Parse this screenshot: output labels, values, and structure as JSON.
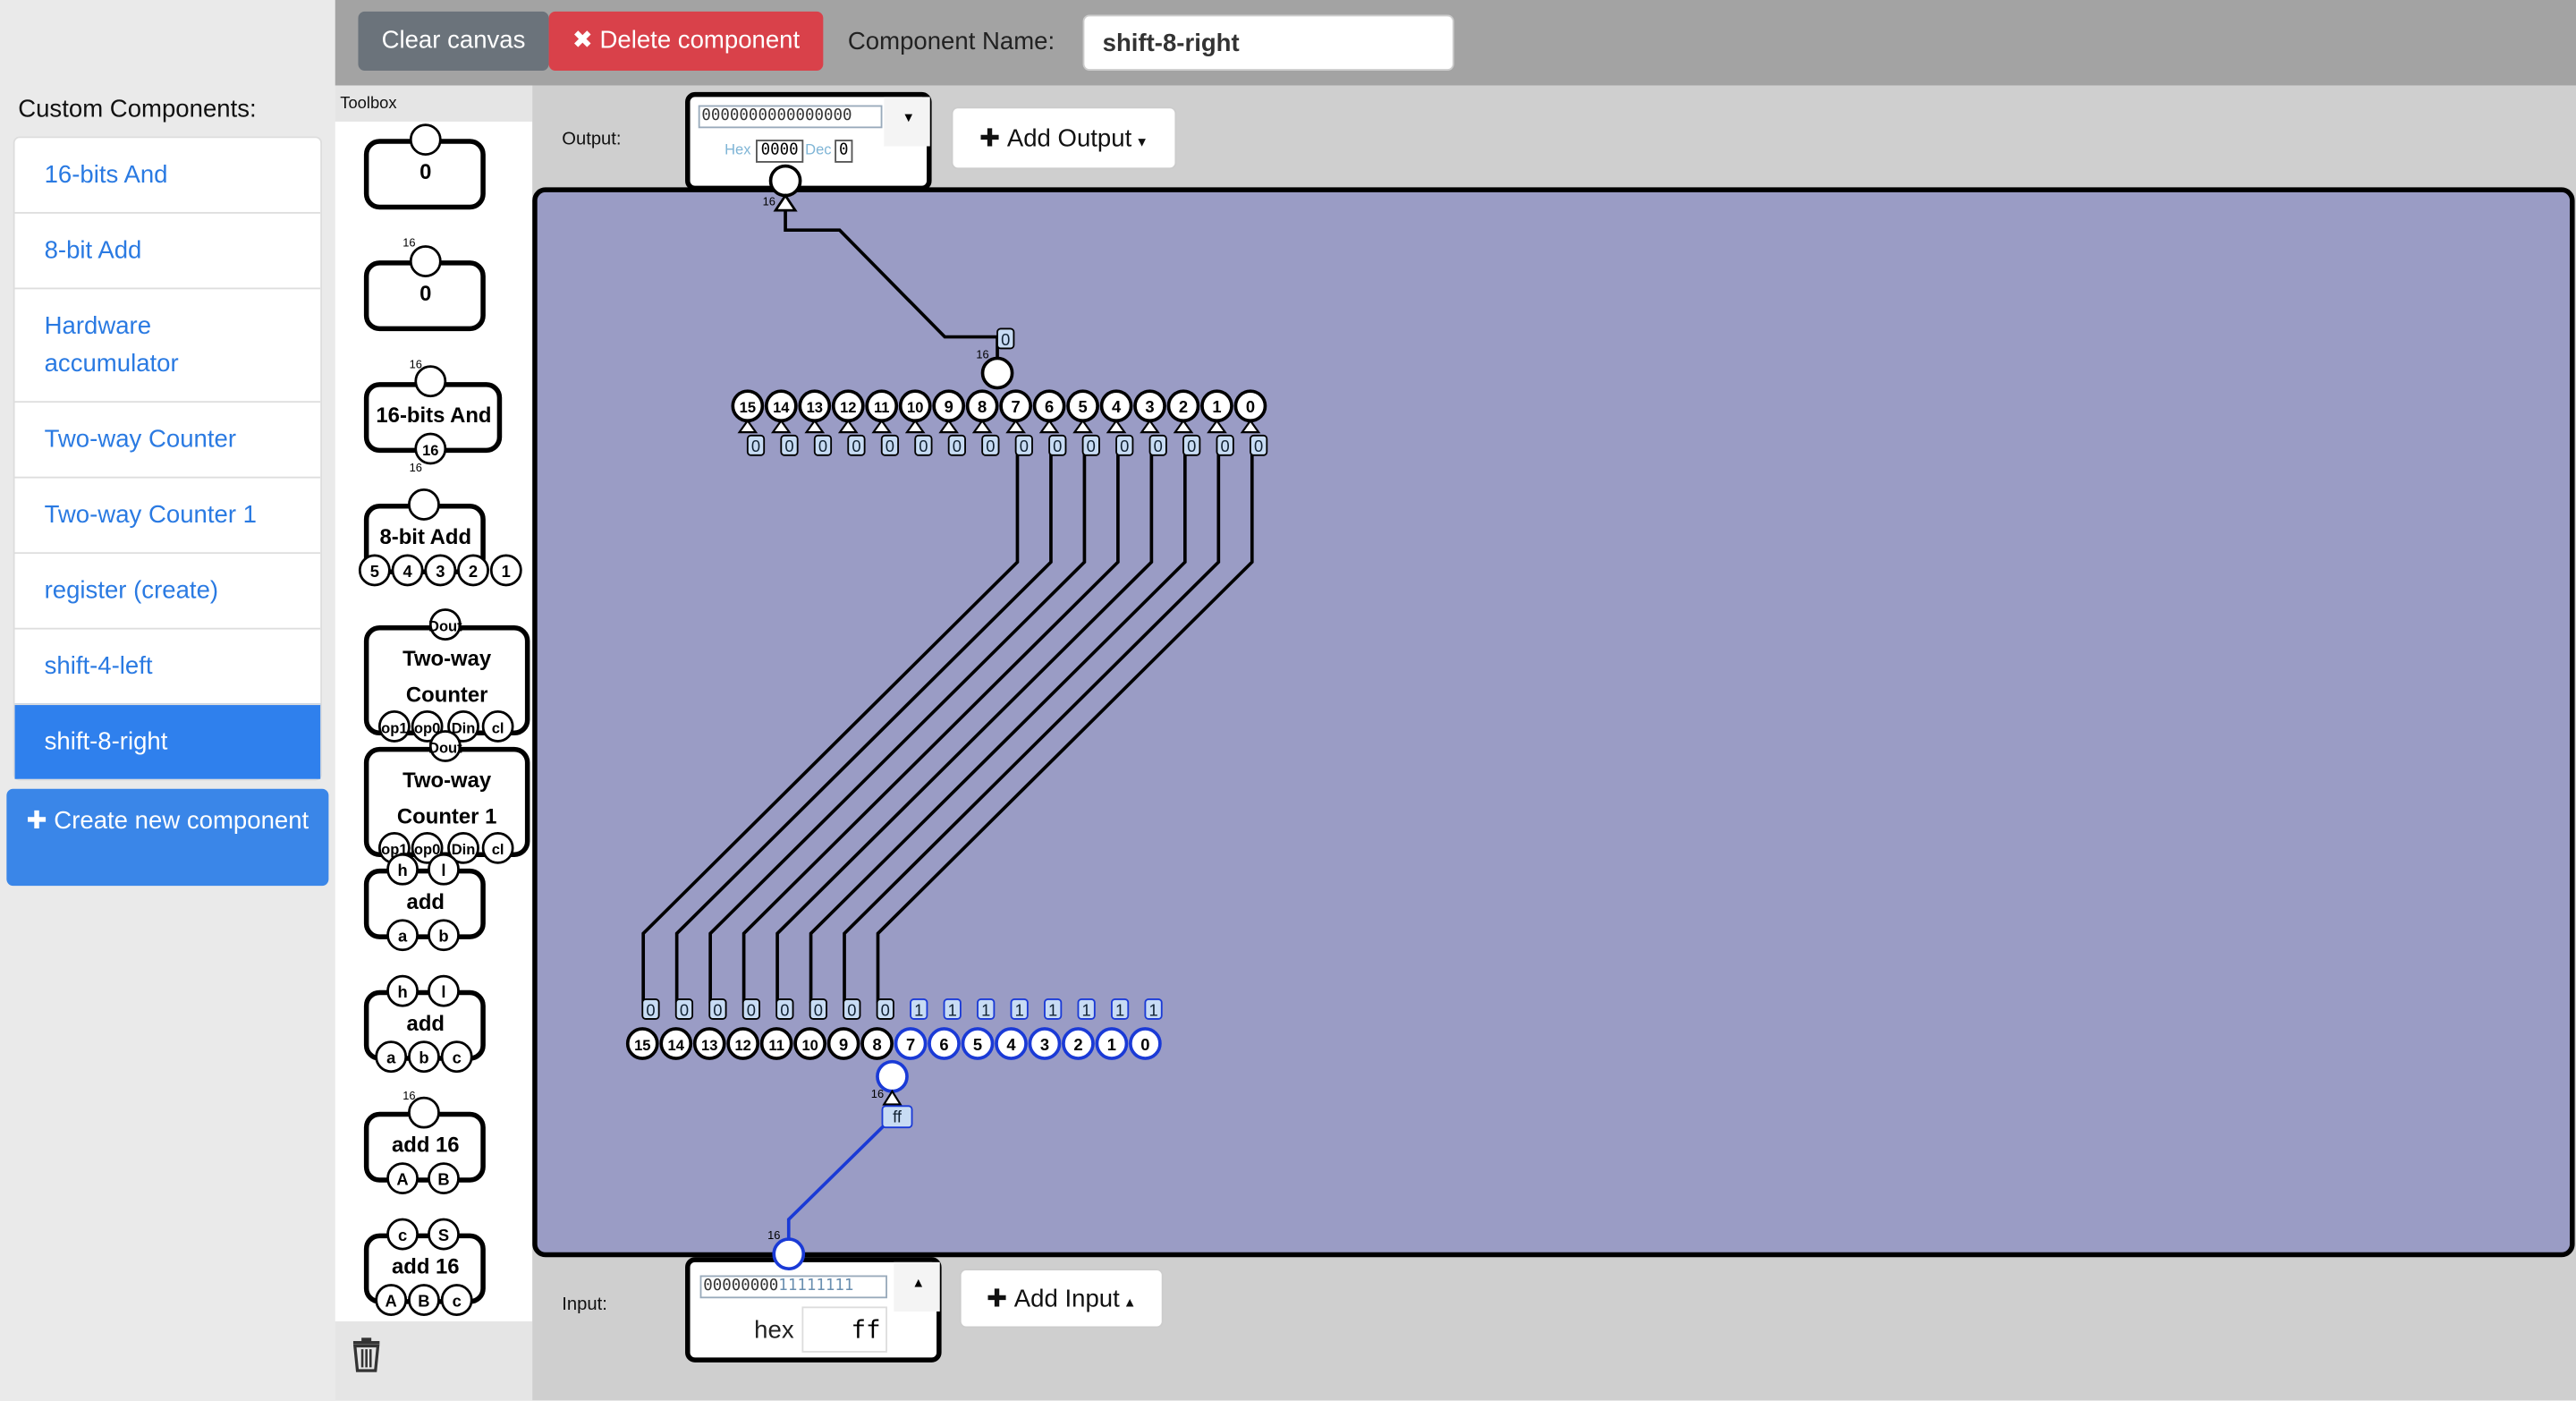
{
  "sidebar": {
    "title": "Custom Components:",
    "items": [
      {
        "label": "16-bits And"
      },
      {
        "label": "8-bit Add"
      },
      {
        "label": "Hardware accumulator"
      },
      {
        "label": "Two-way Counter"
      },
      {
        "label": "Two-way Counter 1"
      },
      {
        "label": "register (create)"
      },
      {
        "label": "shift-4-left"
      },
      {
        "label": "shift-8-right"
      }
    ],
    "active_item": "shift-8-right",
    "create_button": "Create new component"
  },
  "toolbar": {
    "clear_label": "Clear canvas",
    "delete_label": "Delete component",
    "name_label": "Component Name:",
    "name_value": "shift-8-right"
  },
  "toolbox": {
    "title": "Toolbox",
    "items": [
      {
        "label": "0"
      },
      {
        "label": "0"
      },
      {
        "label": "16-bits And",
        "pin": "16"
      },
      {
        "label": "8-bit Add",
        "pins": [
          "5",
          "4",
          "3",
          "2",
          "1"
        ]
      },
      {
        "label": "Two-way Counter",
        "top": "Dout",
        "pins": [
          "op1",
          "op0",
          "Din",
          "cl"
        ]
      },
      {
        "label": "Two-way Counter 1",
        "top": "Dout",
        "pins": [
          "op1",
          "op0",
          "Din",
          "cl"
        ]
      },
      {
        "label": "add",
        "top": [
          "h",
          "l"
        ],
        "pins": [
          "a",
          "b"
        ]
      },
      {
        "label": "add",
        "top": [
          "h",
          "l"
        ],
        "pins": [
          "a",
          "b",
          "c"
        ]
      },
      {
        "label": "add 16",
        "pins": [
          "A",
          "B"
        ]
      },
      {
        "label": "add 16",
        "top": [
          "c",
          "S"
        ],
        "pins": [
          "A",
          "B",
          "c"
        ]
      }
    ],
    "bus_width": "16"
  },
  "output": {
    "label": "Output:",
    "bits": "0000000000000000",
    "hex_label": "Hex",
    "hex_value": "0000",
    "dec_label": "Dec",
    "dec_value": "0",
    "add_label": "Add Output"
  },
  "input": {
    "label": "Input:",
    "bits_low": "00000000",
    "bits_high": "11111111",
    "format": "hex",
    "value": "ff",
    "add_label": "Add Input"
  },
  "canvas": {
    "bus_width": "16",
    "output_value": "0",
    "input_value": "ff",
    "top_bits": [
      "15",
      "14",
      "13",
      "12",
      "11",
      "10",
      "9",
      "8",
      "7",
      "6",
      "5",
      "4",
      "3",
      "2",
      "1",
      "0"
    ],
    "top_values": [
      "0",
      "0",
      "0",
      "0",
      "0",
      "0",
      "0",
      "0",
      "0",
      "0",
      "0",
      "0",
      "0",
      "0",
      "0",
      "0"
    ],
    "bottom_bits": [
      "15",
      "14",
      "13",
      "12",
      "11",
      "10",
      "9",
      "8",
      "7",
      "6",
      "5",
      "4",
      "3",
      "2",
      "1",
      "0"
    ],
    "bottom_values": [
      "0",
      "0",
      "0",
      "0",
      "0",
      "0",
      "0",
      "0",
      "1",
      "1",
      "1",
      "1",
      "1",
      "1",
      "1",
      "1"
    ]
  },
  "colors": {
    "canvas_bg": "#9a9cc5",
    "active_wire": "#1a3ad6",
    "accent": "#2f80ed",
    "danger": "#d9414a"
  }
}
